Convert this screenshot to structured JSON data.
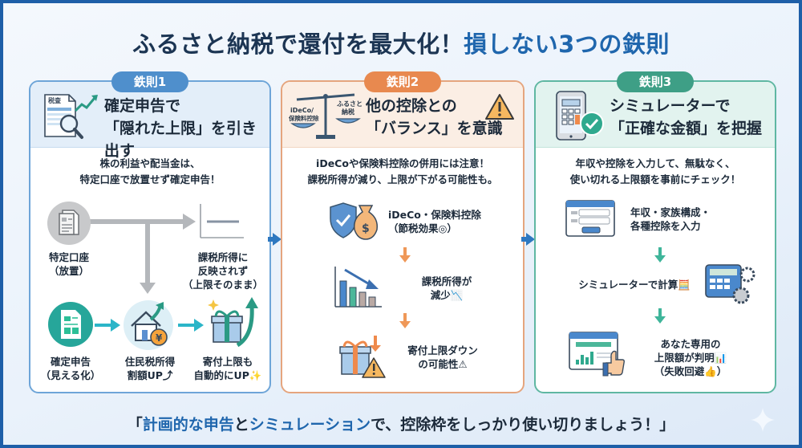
{
  "title": {
    "main": "ふるさと納税で還付を最大化！",
    "accent": "損しない3つの鉄則"
  },
  "colors": {
    "frame": "#1e5fa8",
    "title": "#1c3553",
    "accent": "#1f66ad",
    "rule1": "#4f8fcc",
    "rule2": "#e8894f",
    "rule3": "#3e9f86"
  },
  "panels": [
    {
      "badge": "鉄則1",
      "headline_1": "確定申告で",
      "headline_2": "「隠れた上限」を引き出す",
      "icon_doc_label": "税査",
      "lead_1": "株の利益や配当金は、",
      "lead_2": "特定口座で放置せず確定申告！",
      "nodes": {
        "account_1": "特定口座",
        "account_2": "（放置）",
        "flat_1": "課税所得に",
        "flat_2": "反映されず",
        "flat_3": "（上限そのまま）",
        "filing_1": "確定申告",
        "filing_2": "（見える化）",
        "tax_1": "住民税所得",
        "tax_2": "割額UP⤴",
        "limit_1": "寄付上限も",
        "limit_2": "自動的にUP✨",
        "yen": "¥"
      }
    },
    {
      "badge": "鉄則2",
      "headline_1": "他の控除との",
      "headline_2": "「バランス」を意識",
      "scale_left": "iDeCo/\n保険料控除",
      "scale_left_1": "iDeCo/",
      "scale_left_2": "保険料控除",
      "scale_right_1": "ふるさと",
      "scale_right_2": "納税",
      "lead_1": "iDeCoや保険料控除の併用には注意！",
      "lead_2": "課税所得が減り、上限が下がる可能性も。",
      "steps": [
        {
          "line_1": "iDeCo・保険料控除",
          "line_2": "（節税効果◎）"
        },
        {
          "line_1": "課税所得が",
          "line_2": "減少📉"
        },
        {
          "line_1": "寄付上限ダウン",
          "line_2": "の可能性⚠"
        }
      ],
      "dollar": "$"
    },
    {
      "badge": "鉄則3",
      "headline_1": "シミュレーターで",
      "headline_2": "「正確な金額」を把握",
      "lead_1": "年収や控除を入力して、無駄なく、",
      "lead_2": "使い切れる上限額を事前にチェック！",
      "steps": [
        {
          "line_1": "年収・家族構成・",
          "line_2": "各種控除を入力"
        },
        {
          "line_1": "シミュレーターで計算🧮"
        },
        {
          "line_1": "あなた専用の",
          "line_2": "上限額が判明📊",
          "line_3": "（失敗回避👍）"
        }
      ]
    }
  ],
  "footer": {
    "q_open": "「",
    "accent_1": "計画的な申告",
    "mid_1": "と",
    "accent_2": "シミュレーション",
    "rest": "で、控除枠をしっかり使い切りましょう！」"
  }
}
